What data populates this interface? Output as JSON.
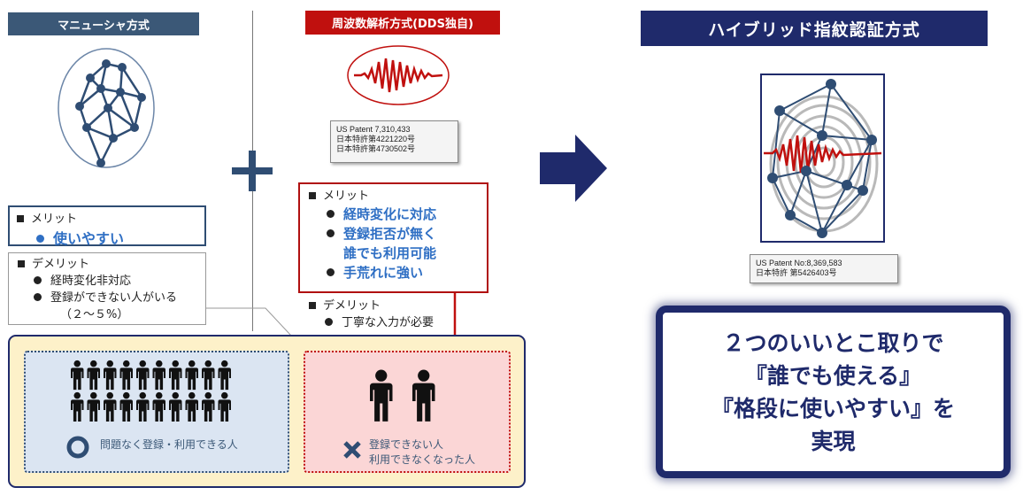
{
  "minutiae": {
    "header": "マニューシャ方式",
    "merit": {
      "heading": "メリット",
      "items": [
        "使いやすい"
      ]
    },
    "demerit": {
      "heading": "デメリット",
      "items": [
        "経時変化非対応",
        "登録ができない人がいる",
        "（２～５%）"
      ]
    }
  },
  "dds": {
    "header": "周波数解析方式(DDS独自)",
    "patents": [
      "US Patent 7,310,433",
      "日本特許第4221220号",
      "日本特許第4730502号"
    ],
    "merit": {
      "heading": "メリット",
      "items": [
        "経時変化に対応",
        "登録拒否が無く",
        "誰でも利用可能",
        "手荒れに強い"
      ]
    },
    "demerit": {
      "heading": "デメリット",
      "items": [
        "丁寧な入力が必要"
      ]
    }
  },
  "hybrid": {
    "header": "ハイブリッド指紋認証方式",
    "patents": [
      "US Patent No:8,369,583",
      "日本特許 第5426403号"
    ],
    "result_lines": [
      "２つのいいとこ取りで",
      "『誰でも使える』",
      "『格段に使いやすい』を",
      "実現"
    ]
  },
  "population": {
    "ok_label": "問題なく登録・利用できる人",
    "ng_label_1": "登録できない人",
    "ng_label_2": "利用できなくなった人",
    "ok_icon": "circle-mark-icon",
    "ng_icon": "cross-mark-icon"
  },
  "plus_icon": "plus-icon",
  "arrow_icon": "right-arrow-icon",
  "colors": {
    "navy": "#1f2a6b",
    "steel_header": "#3b5877",
    "red_header": "#c0100e",
    "wave_red": "#c0100e",
    "accent_blue": "#2f6fc4",
    "ok_bg": "#dbe5f2",
    "ng_bg": "#fbd6d6",
    "panel_bg": "#fdf1c9"
  }
}
